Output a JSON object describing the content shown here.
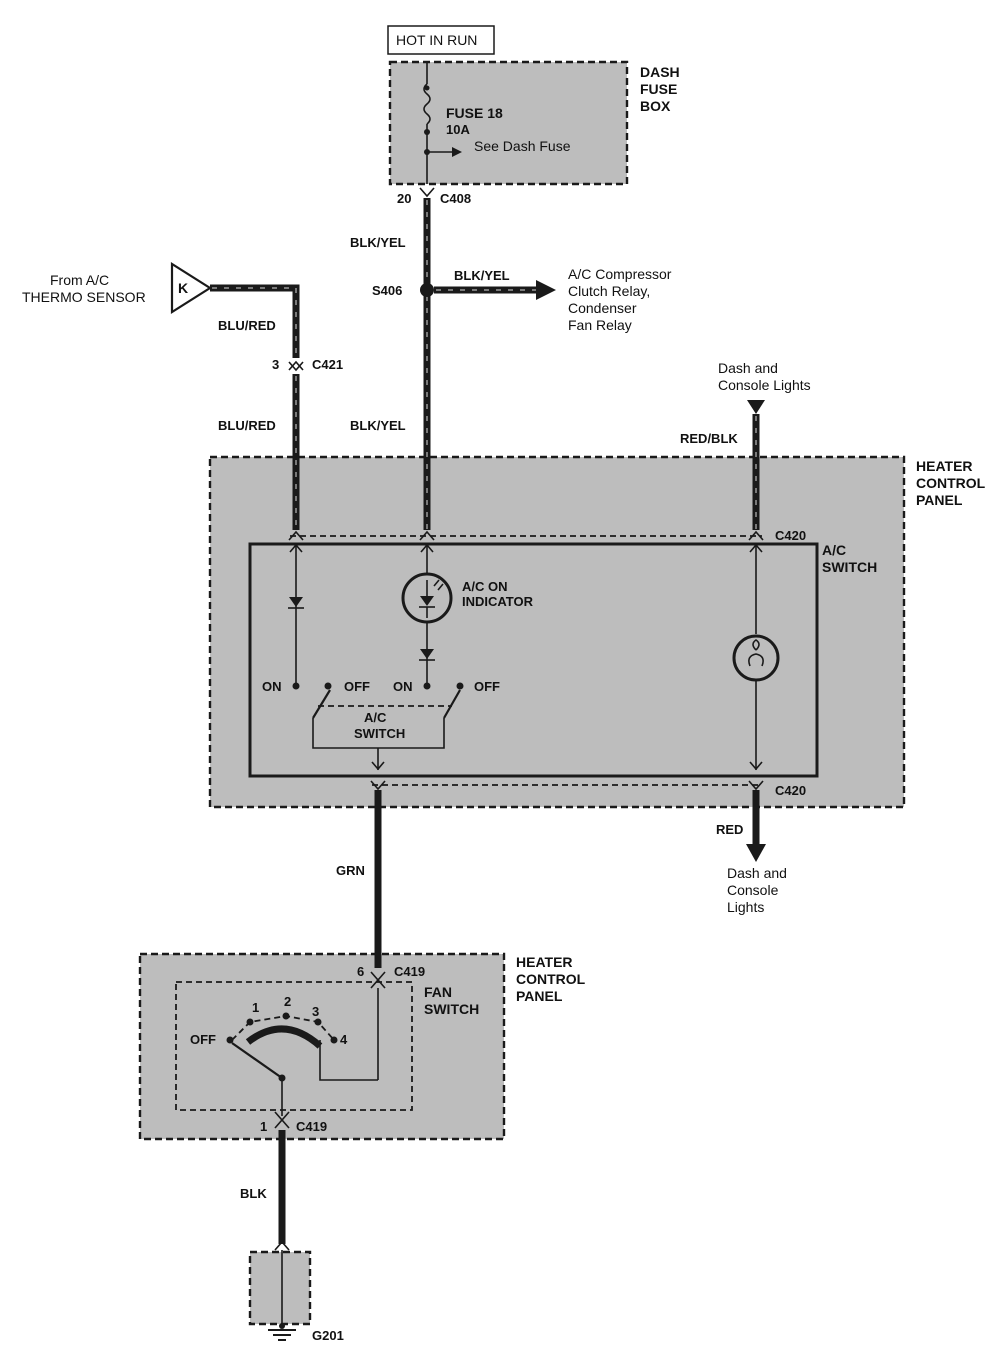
{
  "labels": {
    "hot_in_run": "HOT IN RUN",
    "dash_fuse_box": [
      "DASH",
      "FUSE",
      "BOX"
    ],
    "fuse": "FUSE 18",
    "fuse_rating": "10A",
    "see_dash_fuse": "See Dash Fuse",
    "c408_pin": "20",
    "c408": "C408",
    "wire_blk_yel": "BLK/YEL",
    "s406": "S406",
    "compressor_dest": [
      "A/C Compressor",
      "Clutch Relay,",
      "Condenser",
      "Fan Relay"
    ],
    "from_ac": [
      "From A/C",
      "THERMO SENSOR"
    ],
    "connector_k": "K",
    "wire_blu_red": "BLU/RED",
    "c421_pin": "3",
    "c421": "C421",
    "dash_console_top": [
      "Dash and",
      "Console Lights"
    ],
    "wire_red_blk": "RED/BLK",
    "heater_panel_top": [
      "HEATER",
      "CONTROL",
      "PANEL"
    ],
    "c420": "C420",
    "ac_switch_box": [
      "A/C",
      "SWITCH"
    ],
    "ac_on_indicator": [
      "A/C ON",
      "INDICATOR"
    ],
    "on": "ON",
    "off": "OFF",
    "ac_switch_inner": [
      "A/C",
      "SWITCH"
    ],
    "wire_red": "RED",
    "dash_console_bottom": [
      "Dash and",
      "Console",
      "Lights"
    ],
    "wire_grn": "GRN",
    "heater_panel_bottom": [
      "HEATER",
      "CONTROL",
      "PANEL"
    ],
    "c419_pin_top": "6",
    "c419": "C419",
    "fan_switch": [
      "FAN",
      "SWITCH"
    ],
    "fan_off": "OFF",
    "fan_positions": [
      "1",
      "2",
      "3",
      "4"
    ],
    "c419_pin_bottom": "1",
    "wire_blk": "BLK",
    "g201": "G201"
  }
}
